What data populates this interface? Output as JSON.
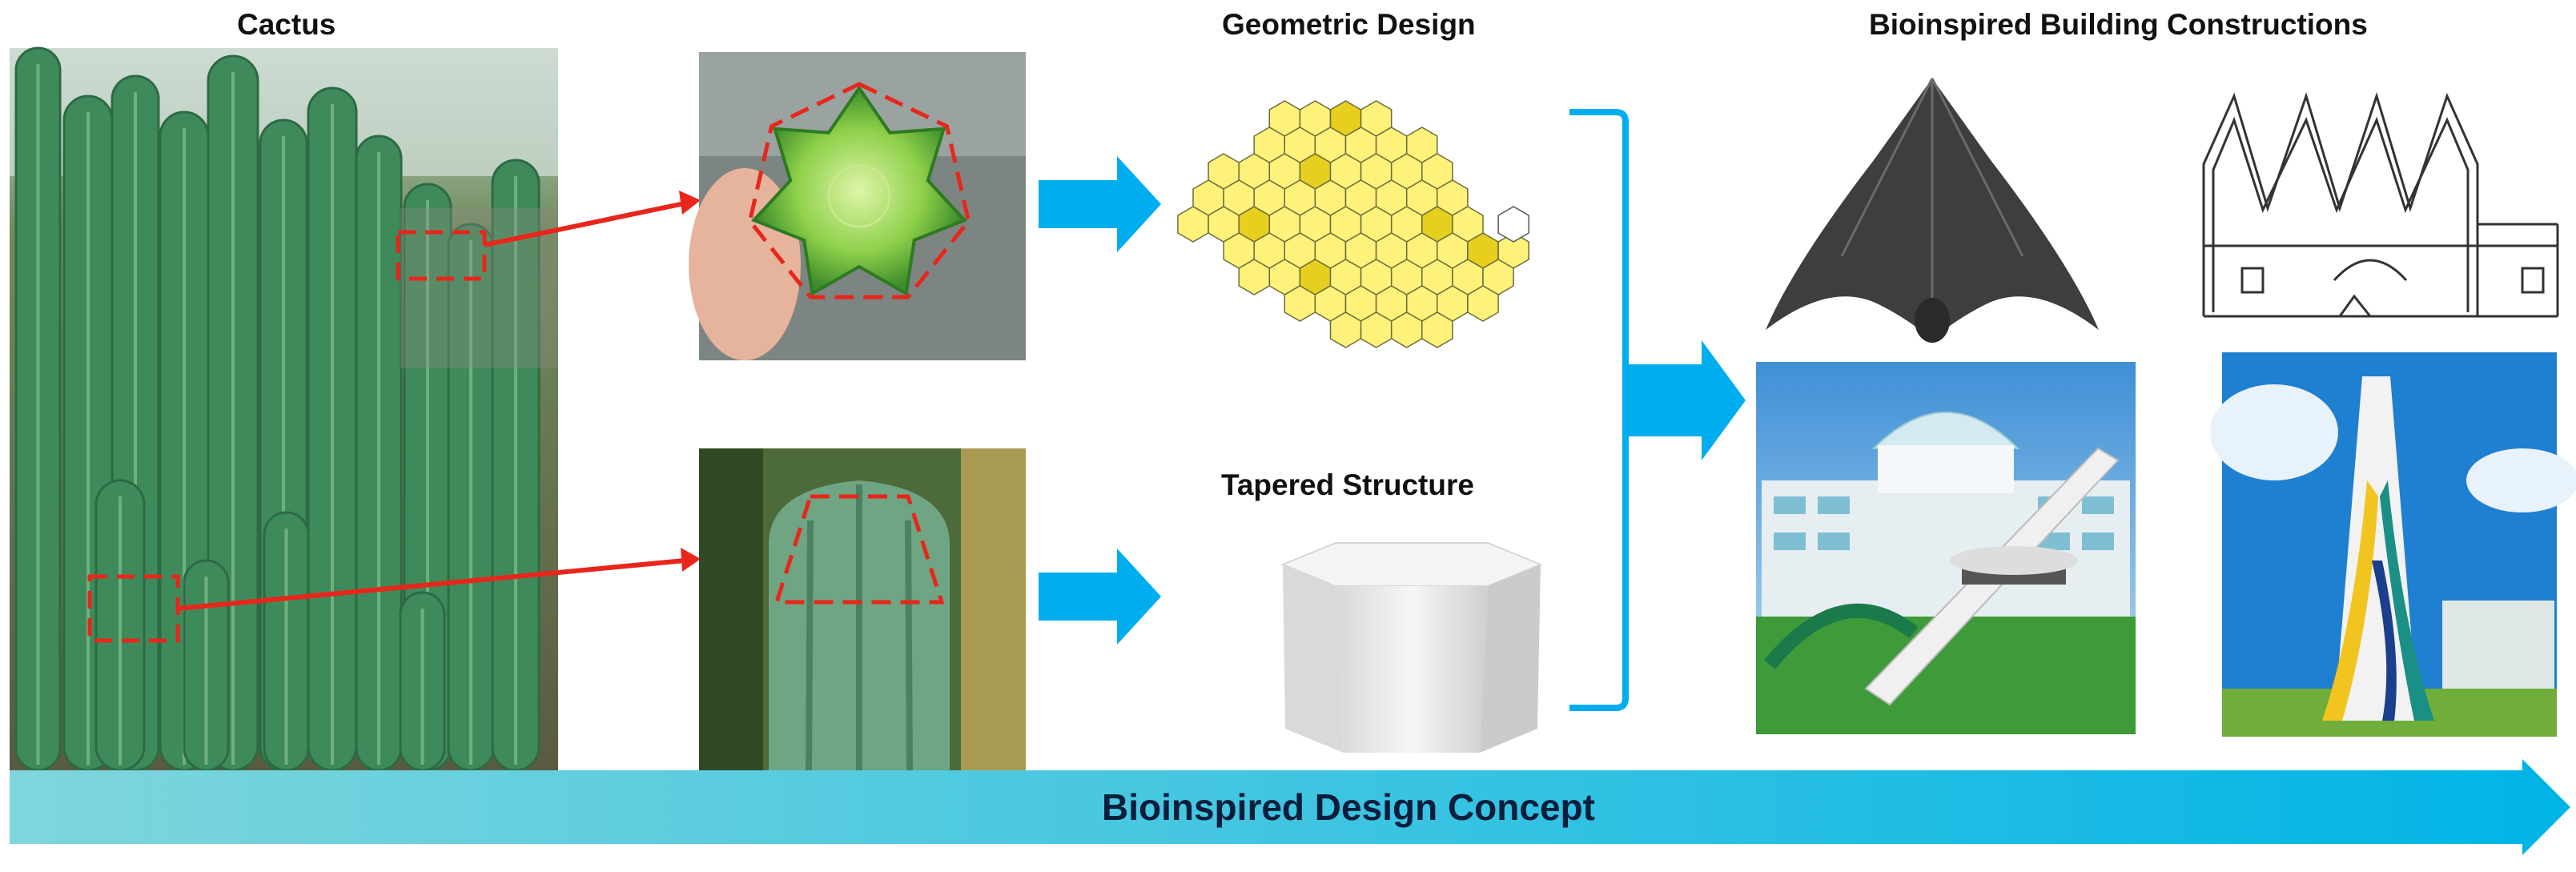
{
  "labels": {
    "cactus": "Cactus",
    "geometric": "Geometric Design",
    "tapered": "Tapered Structure",
    "buildings": "Bioinspired Building Constructions",
    "concept": "Bioinspired Design Concept"
  },
  "colors": {
    "accent_blue": "#00aeef",
    "arrow_gradient_start": "#7fd6dc",
    "arrow_gradient_end": "#00b4e6",
    "highlight_red": "#e8261c",
    "hex_fill": "#fff27a",
    "hex_fill_dark": "#e6cf1e",
    "cactus_green": "#3f8a5a"
  },
  "icons": {
    "flow_arrow": "right-arrow-icon",
    "bracket": "right-bracket-icon",
    "hexagon": "hexagon-icon"
  }
}
